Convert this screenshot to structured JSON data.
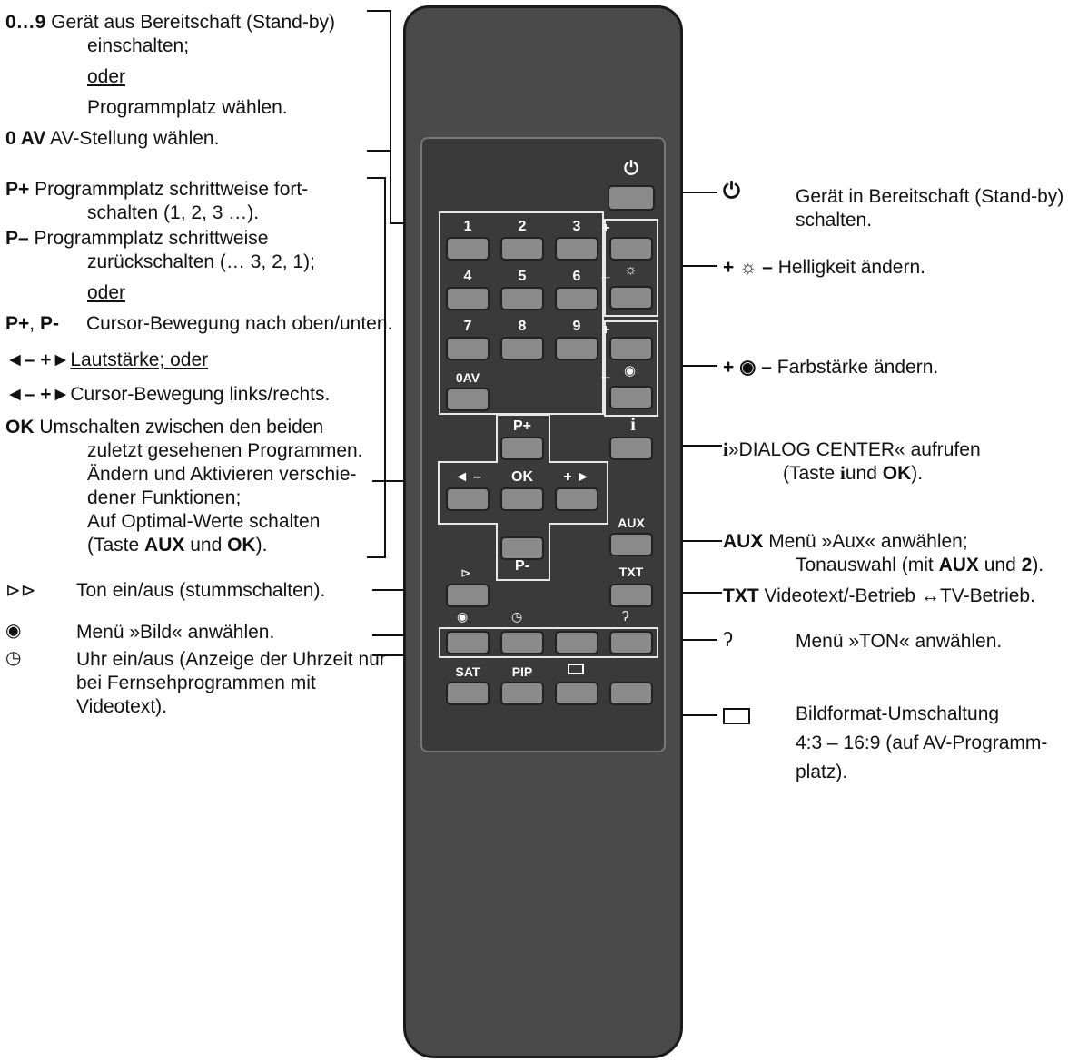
{
  "left": {
    "digits_key": "0…9",
    "digits_l1": "Gerät aus Bereitschaft (Stand-by)",
    "digits_l2": "einschalten;",
    "oder": "oder",
    "digits_l3": "Programmplatz wählen.",
    "av_key": "0 AV",
    "av_text": "AV-Stellung wählen.",
    "pplus_key": "P+",
    "pplus_l1": "Programmplatz schrittweise fort-",
    "pplus_l2": "schalten (1, 2, 3 …).",
    "pminus_key": "P–",
    "pminus_l1": "Programmplatz schrittweise",
    "pminus_l2": "zurückschalten (… 3, 2, 1);",
    "ppm_key": "P+",
    "ppm_sep": ", ",
    "ppm_key2": "P-",
    "ppm_text": "Cursor-Bewegung nach oben/unten.",
    "vol_key": "◄– +►",
    "vol_text": "Lautstärke; oder",
    "cursor_key": "◄– +►",
    "cursor_text": "Cursor-Bewegung links/rechts.",
    "ok_key": "OK",
    "ok_l1": "Umschalten zwischen den beiden",
    "ok_l2": "zuletzt gesehenen Programmen.",
    "ok_l3": "Ändern und Aktivieren verschie-",
    "ok_l4": "dener Funktionen;",
    "ok_l5": "Auf Optimal-Werte schalten",
    "ok_l6a": "(Taste ",
    "ok_l6b": "AUX",
    "ok_l6c": " und ",
    "ok_l6d": "OK",
    "ok_l6e": ").",
    "mute_text": "Ton ein/aus (stummschalten).",
    "bild_text": "Menü »Bild« anwählen.",
    "uhr_l1": "Uhr ein/aus (Anzeige der Uhrzeit nur",
    "uhr_l2": "bei Fernsehprogrammen mit",
    "uhr_l3": "Videotext)."
  },
  "right": {
    "standby_l1": "Gerät in Bereitschaft (Stand-by)",
    "standby_l2": "schalten.",
    "bright_key": "+ ☼ –",
    "bright_text": "Helligkeit ändern.",
    "color_key": "+ ◉ –",
    "color_text": "Farbstärke ändern.",
    "dialog_key": "i",
    "dialog_text": "»DIALOG CENTER« aufrufen",
    "dialog_l2a": "(Taste ",
    "dialog_l2b": "i",
    "dialog_l2c": "und ",
    "dialog_l2d": "OK",
    "dialog_l2e": ").",
    "aux_key": "AUX",
    "aux_text": "Menü »Aux« anwählen;",
    "aux_l2a": "Tonauswahl (mit ",
    "aux_l2b": "AUX",
    "aux_l2c": " und ",
    "aux_l2d": "2",
    "aux_l2e": ").",
    "txt_key": "TXT",
    "txt_text": "Videotext/-Betrieb ↔TV-Betrieb.",
    "ton_text": "Menü »TON« anwählen.",
    "format_l1": "Bildformat-Umschaltung",
    "format_l2": "4:3 – 16:9 (auf AV-Programm-",
    "format_l3": "platz)."
  },
  "remote": {
    "power": "⏻",
    "d1": "1",
    "d2": "2",
    "d3": "3",
    "d4": "4",
    "d5": "5",
    "d6": "6",
    "d7": "7",
    "d8": "8",
    "d9": "9",
    "d0": "0AV",
    "plus": "+",
    "minus": "_",
    "info": "i",
    "pplus": "P+",
    "pminus": "P-",
    "ok": "OK",
    "left": "◄ –",
    "right": "+ ►",
    "aux": "AUX",
    "txt": "TXT",
    "sat": "SAT",
    "pip": "PIP"
  }
}
